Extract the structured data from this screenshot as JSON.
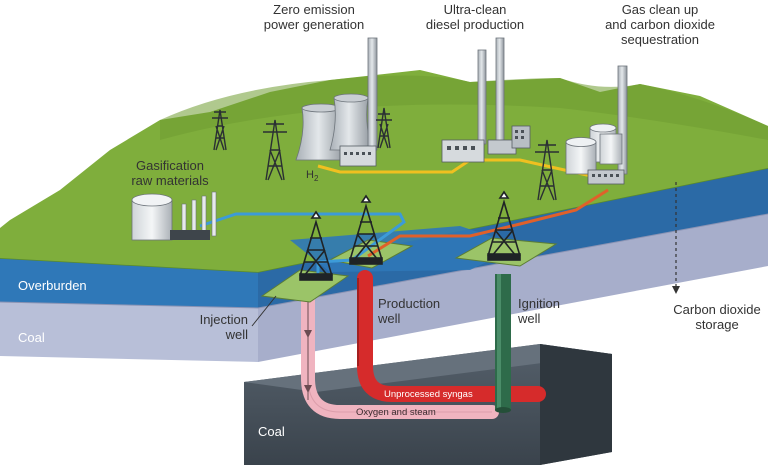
{
  "labels": {
    "zero_emission": "Zero emission\npower generation",
    "ultra_clean": "Ultra-clean\ndiesel production",
    "gas_cleanup": "Gas clean up\nand carbon dioxide\nsequestration",
    "gasification": "Gasification\nraw materials",
    "h2": "H2",
    "overburden": "Overburden",
    "coal_upper": "Coal",
    "coal_lower": "Coal",
    "injection_well": "Injection\nwell",
    "production_well": "Production\nwell",
    "ignition_well": "Ignition\nwell",
    "co2_storage": "Carbon dioxide\nstorage",
    "unprocessed_syngas": "Unprocessed syngas",
    "oxygen_steam": "Oxygen and steam"
  },
  "colors": {
    "grass": "#7fae3c",
    "overburden": "#2f78b8",
    "coal_seam": "#b8bfd8",
    "underground_coal": "#4a5560",
    "production_pipe": "#d62b2b",
    "injection_pipe": "#f0b4c0",
    "ignition_pipe": "#2e6b4a",
    "h2_line": "#f0c020",
    "syngas_line": "#e0602a",
    "oxygen_line": "#3c9bd8"
  }
}
